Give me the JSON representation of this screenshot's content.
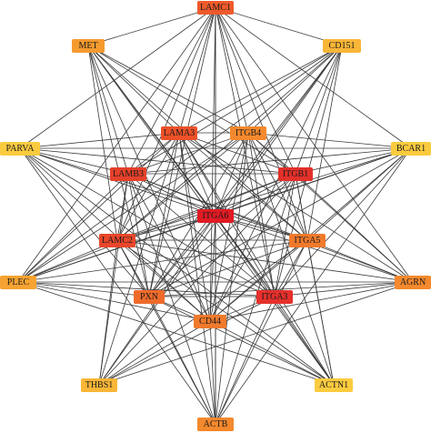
{
  "nodes": [
    {
      "id": "LAMC1",
      "label": "LAMC1",
      "color": "#ef5a2b"
    },
    {
      "id": "MET",
      "label": "MET",
      "color": "#f59a2f"
    },
    {
      "id": "CD151",
      "label": "CD151",
      "color": "#f9b637"
    },
    {
      "id": "LAMA3",
      "label": "LAMA3",
      "color": "#ec5128"
    },
    {
      "id": "ITGB4",
      "label": "ITGB4",
      "color": "#f4892d"
    },
    {
      "id": "PARVA",
      "label": "PARVA",
      "color": "#fbcb3f"
    },
    {
      "id": "BCAR1",
      "label": "BCAR1",
      "color": "#fbcb3f"
    },
    {
      "id": "LAMB3",
      "label": "LAMB3",
      "color": "#e6412a"
    },
    {
      "id": "ITGB1",
      "label": "ITGB1",
      "color": "#e3302a"
    },
    {
      "id": "ITGA6",
      "label": "ITGA6",
      "color": "#e01b24"
    },
    {
      "id": "LAMC2",
      "label": "LAMC2",
      "color": "#e8472a"
    },
    {
      "id": "ITGA5",
      "label": "ITGA5",
      "color": "#f07a2c"
    },
    {
      "id": "PLEC",
      "label": "PLEC",
      "color": "#f7a331"
    },
    {
      "id": "AGRN",
      "label": "AGRN",
      "color": "#f4892d"
    },
    {
      "id": "PXN",
      "label": "PXN",
      "color": "#ef6a2b"
    },
    {
      "id": "ITGA3",
      "label": "ITGA3",
      "color": "#e5302b"
    },
    {
      "id": "CD44",
      "label": "CD44",
      "color": "#f07a2c"
    },
    {
      "id": "THBS1",
      "label": "THBS1",
      "color": "#f9b637"
    },
    {
      "id": "ACTN1",
      "label": "ACTN1",
      "color": "#fbcb3f"
    },
    {
      "id": "ACTB",
      "label": "ACTB",
      "color": "#f4892d"
    }
  ],
  "edge_color": "#3a3a3a",
  "edges": [
    [
      "LAMC1",
      "MET"
    ],
    [
      "LAMC1",
      "LAMA3"
    ],
    [
      "LAMC1",
      "ITGB4"
    ],
    [
      "LAMC1",
      "PARVA"
    ],
    [
      "LAMC1",
      "BCAR1"
    ],
    [
      "LAMC1",
      "LAMB3"
    ],
    [
      "LAMC1",
      "ITGB1"
    ],
    [
      "LAMC1",
      "ITGA6"
    ],
    [
      "LAMC1",
      "LAMC2"
    ],
    [
      "LAMC1",
      "ITGA5"
    ],
    [
      "LAMC1",
      "PLEC"
    ],
    [
      "LAMC1",
      "AGRN"
    ],
    [
      "LAMC1",
      "PXN"
    ],
    [
      "LAMC1",
      "ITGA3"
    ],
    [
      "LAMC1",
      "CD44"
    ],
    [
      "LAMC1",
      "ACTB"
    ],
    [
      "LAMC1",
      "CD151"
    ],
    [
      "MET",
      "LAMA3"
    ],
    [
      "MET",
      "ITGB4"
    ],
    [
      "MET",
      "LAMB3"
    ],
    [
      "MET",
      "ITGB1"
    ],
    [
      "MET",
      "ITGA6"
    ],
    [
      "MET",
      "LAMC2"
    ],
    [
      "MET",
      "ITGA5"
    ],
    [
      "MET",
      "PXN"
    ],
    [
      "MET",
      "ITGA3"
    ],
    [
      "MET",
      "CD44"
    ],
    [
      "MET",
      "ACTN1"
    ],
    [
      "CD151",
      "LAMA3"
    ],
    [
      "CD151",
      "ITGB4"
    ],
    [
      "CD151",
      "ITGB1"
    ],
    [
      "CD151",
      "ITGA6"
    ],
    [
      "CD151",
      "LAMC2"
    ],
    [
      "CD151",
      "ITGA5"
    ],
    [
      "CD151",
      "LAMB3"
    ],
    [
      "CD151",
      "ITGA3"
    ],
    [
      "CD151",
      "CD44"
    ],
    [
      "CD151",
      "PXN"
    ],
    [
      "CD151",
      "THBS1"
    ],
    [
      "CD151",
      "PLEC"
    ],
    [
      "PARVA",
      "LAMA3"
    ],
    [
      "PARVA",
      "ITGB1"
    ],
    [
      "PARVA",
      "ITGA6"
    ],
    [
      "PARVA",
      "ITGA5"
    ],
    [
      "PARVA",
      "PXN"
    ],
    [
      "PARVA",
      "ITGA3"
    ],
    [
      "PARVA",
      "LAMB3"
    ],
    [
      "PARVA",
      "CD44"
    ],
    [
      "PARVA",
      "BCAR1"
    ],
    [
      "PARVA",
      "ACTN1"
    ],
    [
      "BCAR1",
      "ITGB4"
    ],
    [
      "BCAR1",
      "LAMB3"
    ],
    [
      "BCAR1",
      "ITGB1"
    ],
    [
      "BCAR1",
      "ITGA6"
    ],
    [
      "BCAR1",
      "LAMC2"
    ],
    [
      "BCAR1",
      "ITGA5"
    ],
    [
      "BCAR1",
      "PXN"
    ],
    [
      "BCAR1",
      "ITGA3"
    ],
    [
      "BCAR1",
      "CD44"
    ],
    [
      "BCAR1",
      "PLEC"
    ],
    [
      "BCAR1",
      "ACTB"
    ],
    [
      "PLEC",
      "LAMA3"
    ],
    [
      "PLEC",
      "ITGB4"
    ],
    [
      "PLEC",
      "LAMB3"
    ],
    [
      "PLEC",
      "ITGB1"
    ],
    [
      "PLEC",
      "ITGA6"
    ],
    [
      "PLEC",
      "LAMC2"
    ],
    [
      "PLEC",
      "ITGA5"
    ],
    [
      "PLEC",
      "PXN"
    ],
    [
      "PLEC",
      "ITGA3"
    ],
    [
      "PLEC",
      "CD44"
    ],
    [
      "PLEC",
      "AGRN"
    ],
    [
      "PLEC",
      "ACTN1"
    ],
    [
      "AGRN",
      "LAMA3"
    ],
    [
      "AGRN",
      "ITGB4"
    ],
    [
      "AGRN",
      "LAMB3"
    ],
    [
      "AGRN",
      "ITGB1"
    ],
    [
      "AGRN",
      "ITGA6"
    ],
    [
      "AGRN",
      "LAMC2"
    ],
    [
      "AGRN",
      "ITGA5"
    ],
    [
      "AGRN",
      "PXN"
    ],
    [
      "AGRN",
      "ITGA3"
    ],
    [
      "AGRN",
      "CD44"
    ],
    [
      "AGRN",
      "THBS1"
    ],
    [
      "THBS1",
      "LAMA3"
    ],
    [
      "THBS1",
      "ITGB1"
    ],
    [
      "THBS1",
      "ITGA6"
    ],
    [
      "THBS1",
      "LAMB3"
    ],
    [
      "THBS1",
      "ITGA3"
    ],
    [
      "THBS1",
      "CD44"
    ],
    [
      "THBS1",
      "LAMC2"
    ],
    [
      "THBS1",
      "ITGA5"
    ],
    [
      "ACTN1",
      "ITGB4"
    ],
    [
      "ACTN1",
      "ITGB1"
    ],
    [
      "ACTN1",
      "ITGA6"
    ],
    [
      "ACTN1",
      "LAMC2"
    ],
    [
      "ACTN1",
      "ITGA5"
    ],
    [
      "ACTN1",
      "PXN"
    ],
    [
      "ACTN1",
      "ITGA3"
    ],
    [
      "ACTN1",
      "CD44"
    ],
    [
      "ACTN1",
      "LAMA3"
    ],
    [
      "ACTB",
      "LAMA3"
    ],
    [
      "ACTB",
      "ITGB4"
    ],
    [
      "ACTB",
      "LAMB3"
    ],
    [
      "ACTB",
      "ITGB1"
    ],
    [
      "ACTB",
      "ITGA6"
    ],
    [
      "ACTB",
      "LAMC2"
    ],
    [
      "ACTB",
      "ITGA5"
    ],
    [
      "ACTB",
      "PXN"
    ],
    [
      "ACTB",
      "ITGA3"
    ],
    [
      "ACTB",
      "CD44"
    ],
    [
      "ACTB",
      "PARVA"
    ],
    [
      "LAMA3",
      "ITGB4"
    ],
    [
      "LAMA3",
      "LAMB3"
    ],
    [
      "LAMA3",
      "ITGB1"
    ],
    [
      "LAMA3",
      "ITGA6"
    ],
    [
      "LAMA3",
      "LAMC2"
    ],
    [
      "LAMA3",
      "ITGA5"
    ],
    [
      "LAMA3",
      "PXN"
    ],
    [
      "LAMA3",
      "ITGA3"
    ],
    [
      "LAMA3",
      "CD44"
    ],
    [
      "ITGB4",
      "LAMB3"
    ],
    [
      "ITGB4",
      "ITGB1"
    ],
    [
      "ITGB4",
      "ITGA6"
    ],
    [
      "ITGB4",
      "LAMC2"
    ],
    [
      "ITGB4",
      "ITGA5"
    ],
    [
      "ITGB4",
      "PXN"
    ],
    [
      "ITGB4",
      "ITGA3"
    ],
    [
      "ITGB4",
      "CD44"
    ],
    [
      "LAMB3",
      "ITGB1"
    ],
    [
      "LAMB3",
      "ITGA6"
    ],
    [
      "LAMB3",
      "LAMC2"
    ],
    [
      "LAMB3",
      "ITGA5"
    ],
    [
      "LAMB3",
      "PXN"
    ],
    [
      "LAMB3",
      "ITGA3"
    ],
    [
      "LAMB3",
      "CD44"
    ],
    [
      "ITGB1",
      "ITGA6"
    ],
    [
      "ITGB1",
      "LAMC2"
    ],
    [
      "ITGB1",
      "ITGA5"
    ],
    [
      "ITGB1",
      "PXN"
    ],
    [
      "ITGB1",
      "ITGA3"
    ],
    [
      "ITGB1",
      "CD44"
    ],
    [
      "ITGA6",
      "LAMC2"
    ],
    [
      "ITGA6",
      "ITGA5"
    ],
    [
      "ITGA6",
      "PXN"
    ],
    [
      "ITGA6",
      "ITGA3"
    ],
    [
      "ITGA6",
      "CD44"
    ],
    [
      "LAMC2",
      "ITGA5"
    ],
    [
      "LAMC2",
      "PXN"
    ],
    [
      "LAMC2",
      "ITGA3"
    ],
    [
      "LAMC2",
      "CD44"
    ],
    [
      "ITGA5",
      "PXN"
    ],
    [
      "ITGA5",
      "ITGA3"
    ],
    [
      "ITGA5",
      "CD44"
    ],
    [
      "PXN",
      "ITGA3"
    ],
    [
      "PXN",
      "CD44"
    ],
    [
      "ITGA3",
      "CD44"
    ]
  ]
}
